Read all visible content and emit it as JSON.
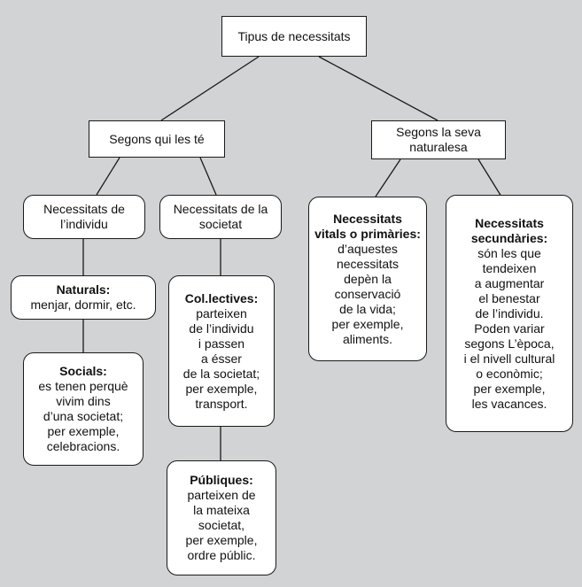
{
  "diagram": {
    "root": {
      "title": "Tipus de necessitats"
    },
    "qui": {
      "title": "Segons qui les té"
    },
    "naturalesa": {
      "title_lines": [
        "Segons la seva",
        "naturalesa"
      ]
    },
    "individu": {
      "title_lines": [
        "Necessitats de",
        "l’individu"
      ]
    },
    "societat": {
      "title_lines": [
        "Necessitats de la",
        "societat"
      ]
    },
    "vitals": {
      "title_lines": [
        "Necessitats",
        "vitals o primàries:"
      ],
      "text_lines": [
        "d’aquestes",
        "necessitats",
        "depèn la",
        "conservació",
        "de la vida;",
        "per exemple,",
        "aliments."
      ]
    },
    "secundaries": {
      "title_lines": [
        "Necessitats",
        "secundàries:"
      ],
      "text_lines": [
        "són les que",
        "tendeixen",
        "a augmentar",
        "el benestar",
        "de l’individu.",
        "Poden variar",
        "segons L’època,",
        "i el nivell cultural",
        "o econòmic;",
        "per exemple,",
        "les vacances."
      ]
    },
    "naturals": {
      "title": "Naturals:",
      "text_lines": [
        "menjar, dormir, etc."
      ]
    },
    "socials": {
      "title": "Socials:",
      "text_lines": [
        "es tenen perquè",
        "vivim dins",
        "d’una societat;",
        "per exemple,",
        "celebracions."
      ]
    },
    "collectives": {
      "title": "Col.lectives:",
      "text_lines": [
        "parteixen",
        "de l’individu",
        "i passen",
        "a  ésser",
        "de la societat;",
        "per exemple,",
        "transport."
      ]
    },
    "publiques": {
      "title": "Públiques:",
      "text_lines": [
        "parteixen de",
        "la mateixa",
        "societat,",
        "per exemple,",
        "ordre públic."
      ]
    }
  }
}
